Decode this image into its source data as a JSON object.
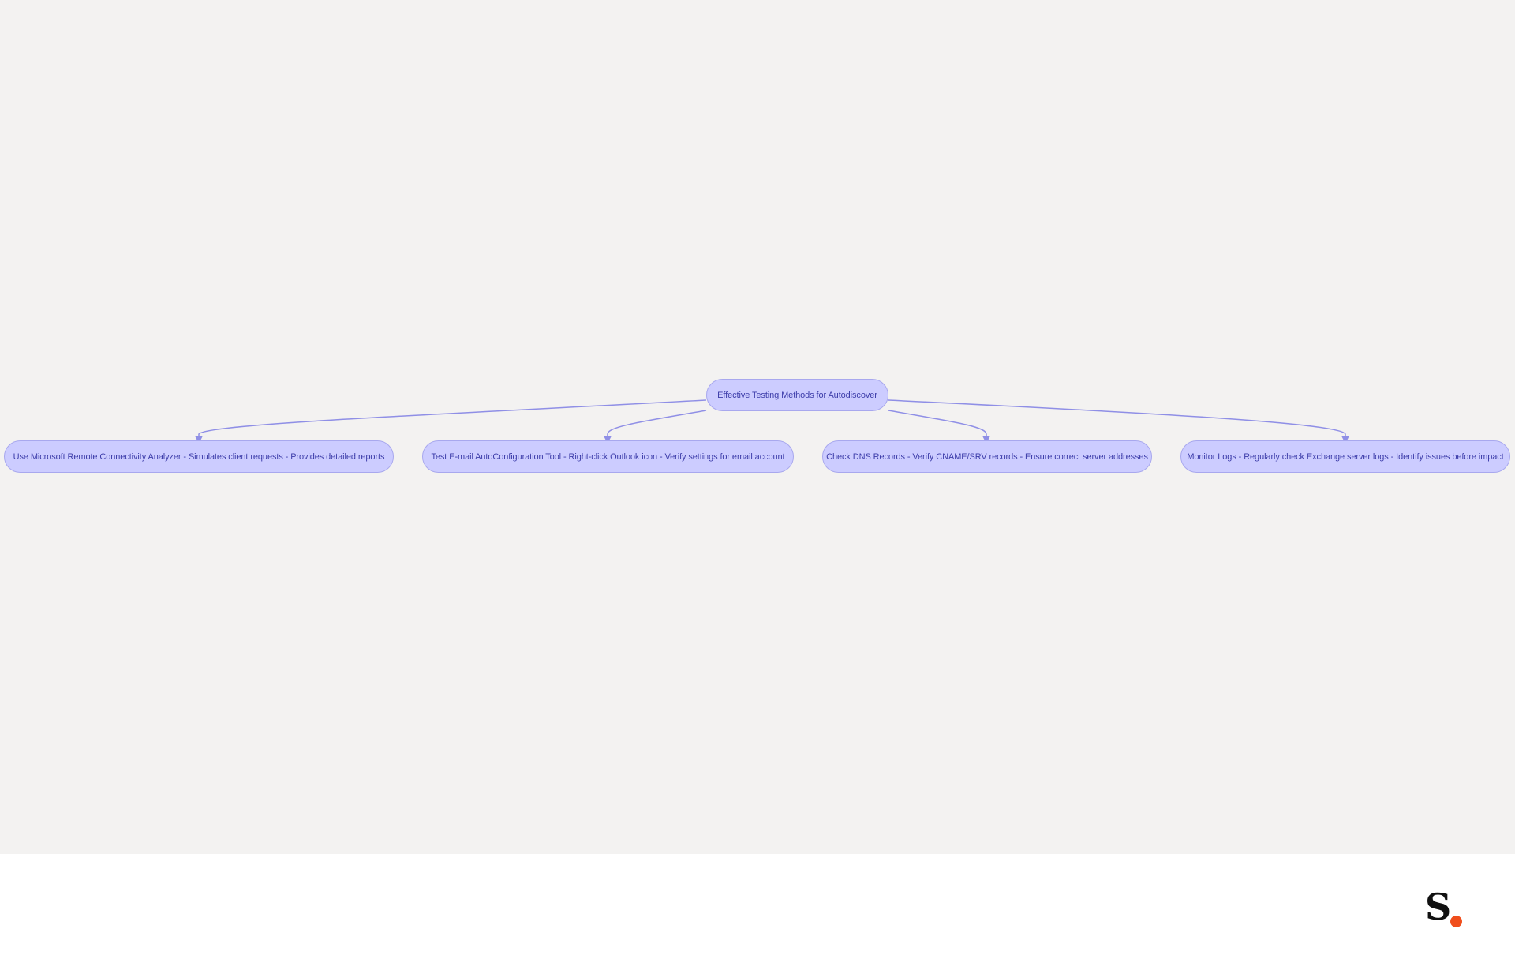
{
  "diagram": {
    "root": {
      "label": "Effective Testing Methods for Autodiscover"
    },
    "children": [
      {
        "label": "Use Microsoft Remote Connectivity Analyzer - Simulates client requests - Provides detailed reports"
      },
      {
        "label": "Test E-mail AutoConfiguration Tool - Right-click Outlook icon - Verify settings for email account"
      },
      {
        "label": "Check DNS Records - Verify CNAME/SRV records - Ensure correct server addresses"
      },
      {
        "label": "Monitor Logs - Regularly check Exchange server logs - Identify issues before impact"
      }
    ],
    "colors": {
      "node_fill": "#ccccff",
      "node_border": "#a8a8ee",
      "node_text": "#3d3daa",
      "edge": "#8f8fe6",
      "background": "#f3f2f1"
    }
  },
  "brand": {
    "logo_text": "S",
    "dot_color": "#f04e1c"
  }
}
